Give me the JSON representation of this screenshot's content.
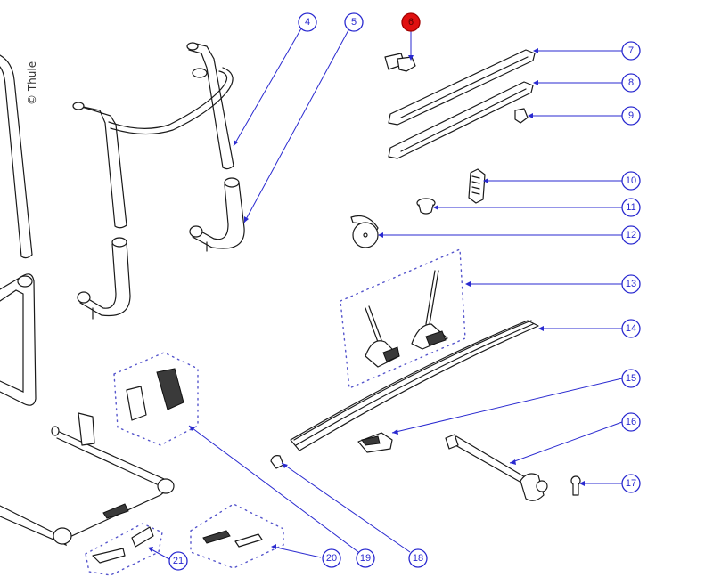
{
  "copyright": "© Thule",
  "highlight_color": "#e01010",
  "callout_color": "#2a2ad0",
  "callouts": [
    {
      "id": "4",
      "label": "4",
      "part": "upper-frame-tube"
    },
    {
      "id": "5",
      "label": "5",
      "part": "lower-bent-tube"
    },
    {
      "id": "6",
      "label": "6",
      "part": "end-cap-clip",
      "highlighted": true
    },
    {
      "id": "7",
      "label": "7",
      "part": "rail-bar-upper"
    },
    {
      "id": "8",
      "label": "8",
      "part": "rail-bar-lower"
    },
    {
      "id": "9",
      "label": "9",
      "part": "small-clip"
    },
    {
      "id": "10",
      "label": "10",
      "part": "ratchet-buckle"
    },
    {
      "id": "11",
      "label": "11",
      "part": "knob"
    },
    {
      "id": "12",
      "label": "12",
      "part": "strap-reel"
    },
    {
      "id": "13",
      "label": "13",
      "part": "wheel-holder-set"
    },
    {
      "id": "14",
      "label": "14",
      "part": "wheel-rail"
    },
    {
      "id": "15",
      "label": "15",
      "part": "rail-mount"
    },
    {
      "id": "16",
      "label": "16",
      "part": "frame-holder-arm"
    },
    {
      "id": "17",
      "label": "17",
      "part": "lock-key"
    },
    {
      "id": "18",
      "label": "18",
      "part": "rail-end-cap"
    },
    {
      "id": "19",
      "label": "19",
      "part": "reflector-set"
    },
    {
      "id": "20",
      "label": "20",
      "part": "tube-cap-set"
    },
    {
      "id": "21",
      "label": "21",
      "part": "bracket-set"
    }
  ]
}
